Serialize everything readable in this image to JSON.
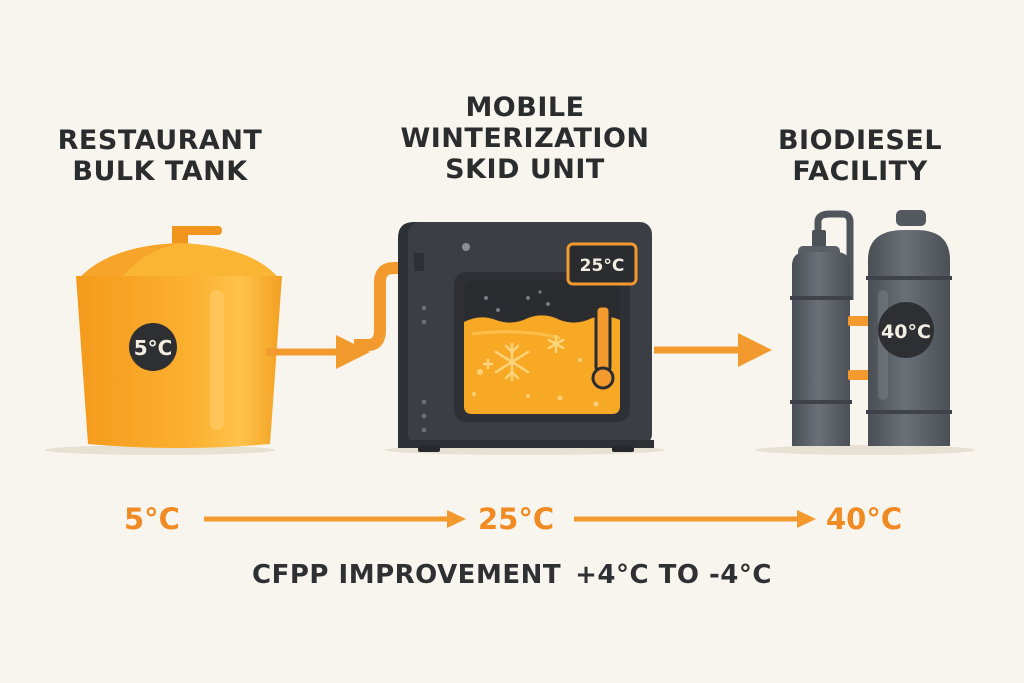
{
  "stages": [
    {
      "title_lines": [
        "RESTAURANT",
        "BULK TANK"
      ],
      "badge": "5°C"
    },
    {
      "title_lines": [
        "MOBILE",
        "WINTERIZATION",
        "SKID UNIT"
      ],
      "badge": "25°C"
    },
    {
      "title_lines": [
        "BIODIESEL",
        "FACILITY"
      ],
      "badge": "40°C"
    }
  ],
  "temperature_sequence": [
    "5°C",
    "25°C",
    "40°C"
  ],
  "footer": {
    "label": "CFPP IMPROVEMENT",
    "range": "+4°C TO -4°C"
  },
  "colors": {
    "background": "#f8f5ee",
    "oil_orange": "#f5a623",
    "arrow_orange": "#f39a2e",
    "temperature_text": "#f08a22",
    "machine_dark": "#3a3d42",
    "cylinder_gray": "#5d6268",
    "title_text": "#2b2c2e"
  },
  "icons": [
    "bulk-tank-icon",
    "winterization-skid-icon",
    "snowflake-icon",
    "thermometer-icon",
    "gas-cylinder-icon",
    "arrow-right-icon"
  ]
}
